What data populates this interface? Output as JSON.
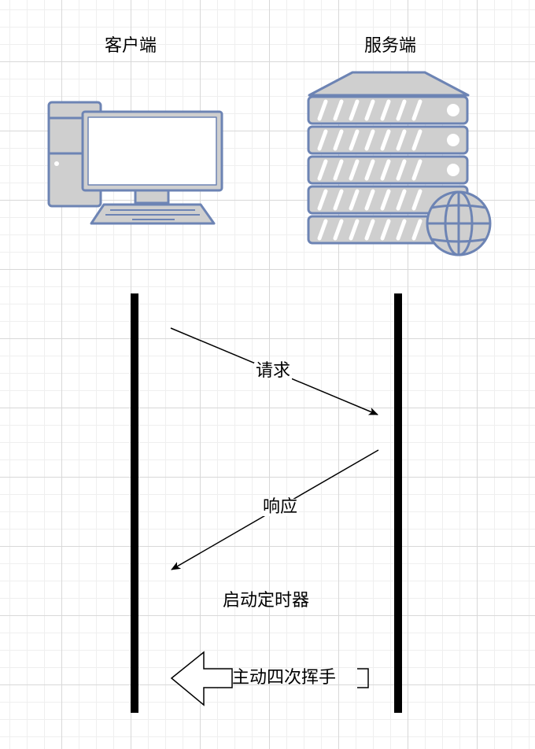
{
  "diagram": {
    "client_label": "客户端",
    "server_label": "服务端",
    "messages": {
      "request": "请求",
      "response": "响应",
      "start_timer": "启动定时器",
      "four_way_handshake": "主动四次挥手"
    },
    "icons": {
      "client": "desktop-computer-icon",
      "server": "server-rack-with-globe-icon"
    },
    "colors": {
      "icon_stroke": "#6d84b4",
      "icon_fill": "#cfcfcf",
      "lifeline": "#000000",
      "arrow": "#000000"
    }
  }
}
